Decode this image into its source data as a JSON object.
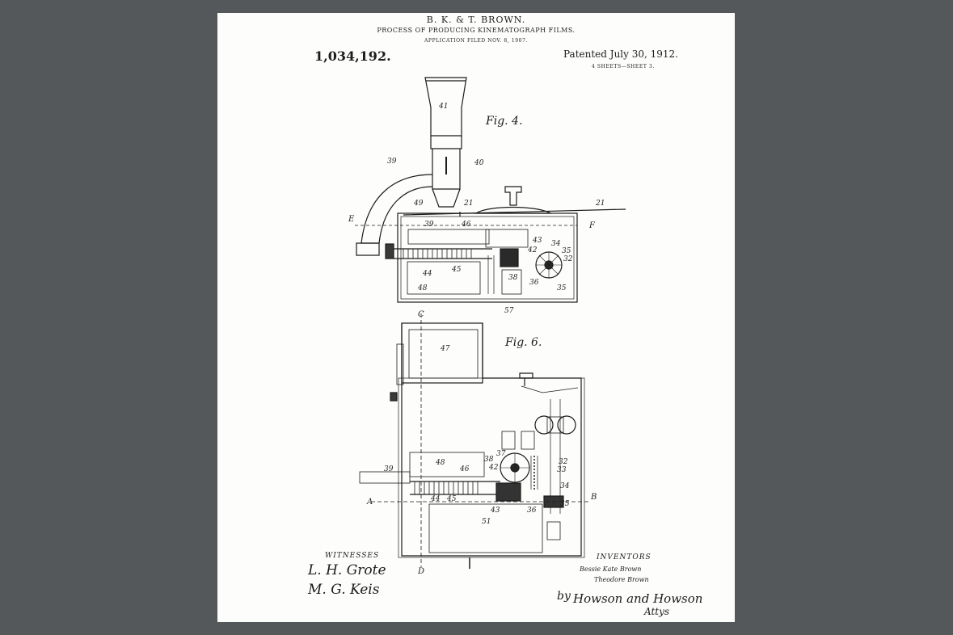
{
  "header": {
    "inventors_line": "B. K. & T. BROWN.",
    "title": "PROCESS OF PRODUCING KINEMATOGRAPH FILMS.",
    "filed": "APPLICATION FILED NOV. 8, 1907.",
    "patent_number": "1,034,192.",
    "patented": "Patented July 30, 1912.",
    "sheets": "4 SHEETS—SHEET 3."
  },
  "figures": {
    "fig4": {
      "caption": "Fig. 4.",
      "labels": {
        "n41": "41",
        "n40": "40",
        "n39": "39",
        "n21a": "21",
        "n21b": "21",
        "n49": "49",
        "n39b": "39",
        "n46": "46",
        "e": "E",
        "f": "F",
        "n43": "43",
        "n42": "42",
        "n34": "34",
        "n35a": "35",
        "n32": "32",
        "n44": "44",
        "n45": "45",
        "n48": "48",
        "n38": "38",
        "n36": "36",
        "n35b": "35",
        "n57": "57"
      }
    },
    "fig6": {
      "caption": "Fig. 6.",
      "labels": {
        "c": "C",
        "n47": "47",
        "n48": "48",
        "n46": "46",
        "n39": "39",
        "n37": "37",
        "n38": "38",
        "n42": "42",
        "n32": "32",
        "n33": "33",
        "n34": "34",
        "a": "A",
        "b": "B",
        "n44": "44",
        "n45": "45",
        "n43": "43",
        "n36": "36",
        "n35": "35",
        "n51": "51",
        "d": "D"
      }
    }
  },
  "footer": {
    "witnesses_heading": "WITNESSES",
    "witness_1": "L. H. Grote",
    "witness_2": "M. G. Keis",
    "inventors_heading": "INVENTORS",
    "inventor_1": "Bessie Kate Brown",
    "inventor_2": "Theodore Brown",
    "attorney_by": "by",
    "attorney": "Howson and Howson",
    "attys": "Attys"
  }
}
